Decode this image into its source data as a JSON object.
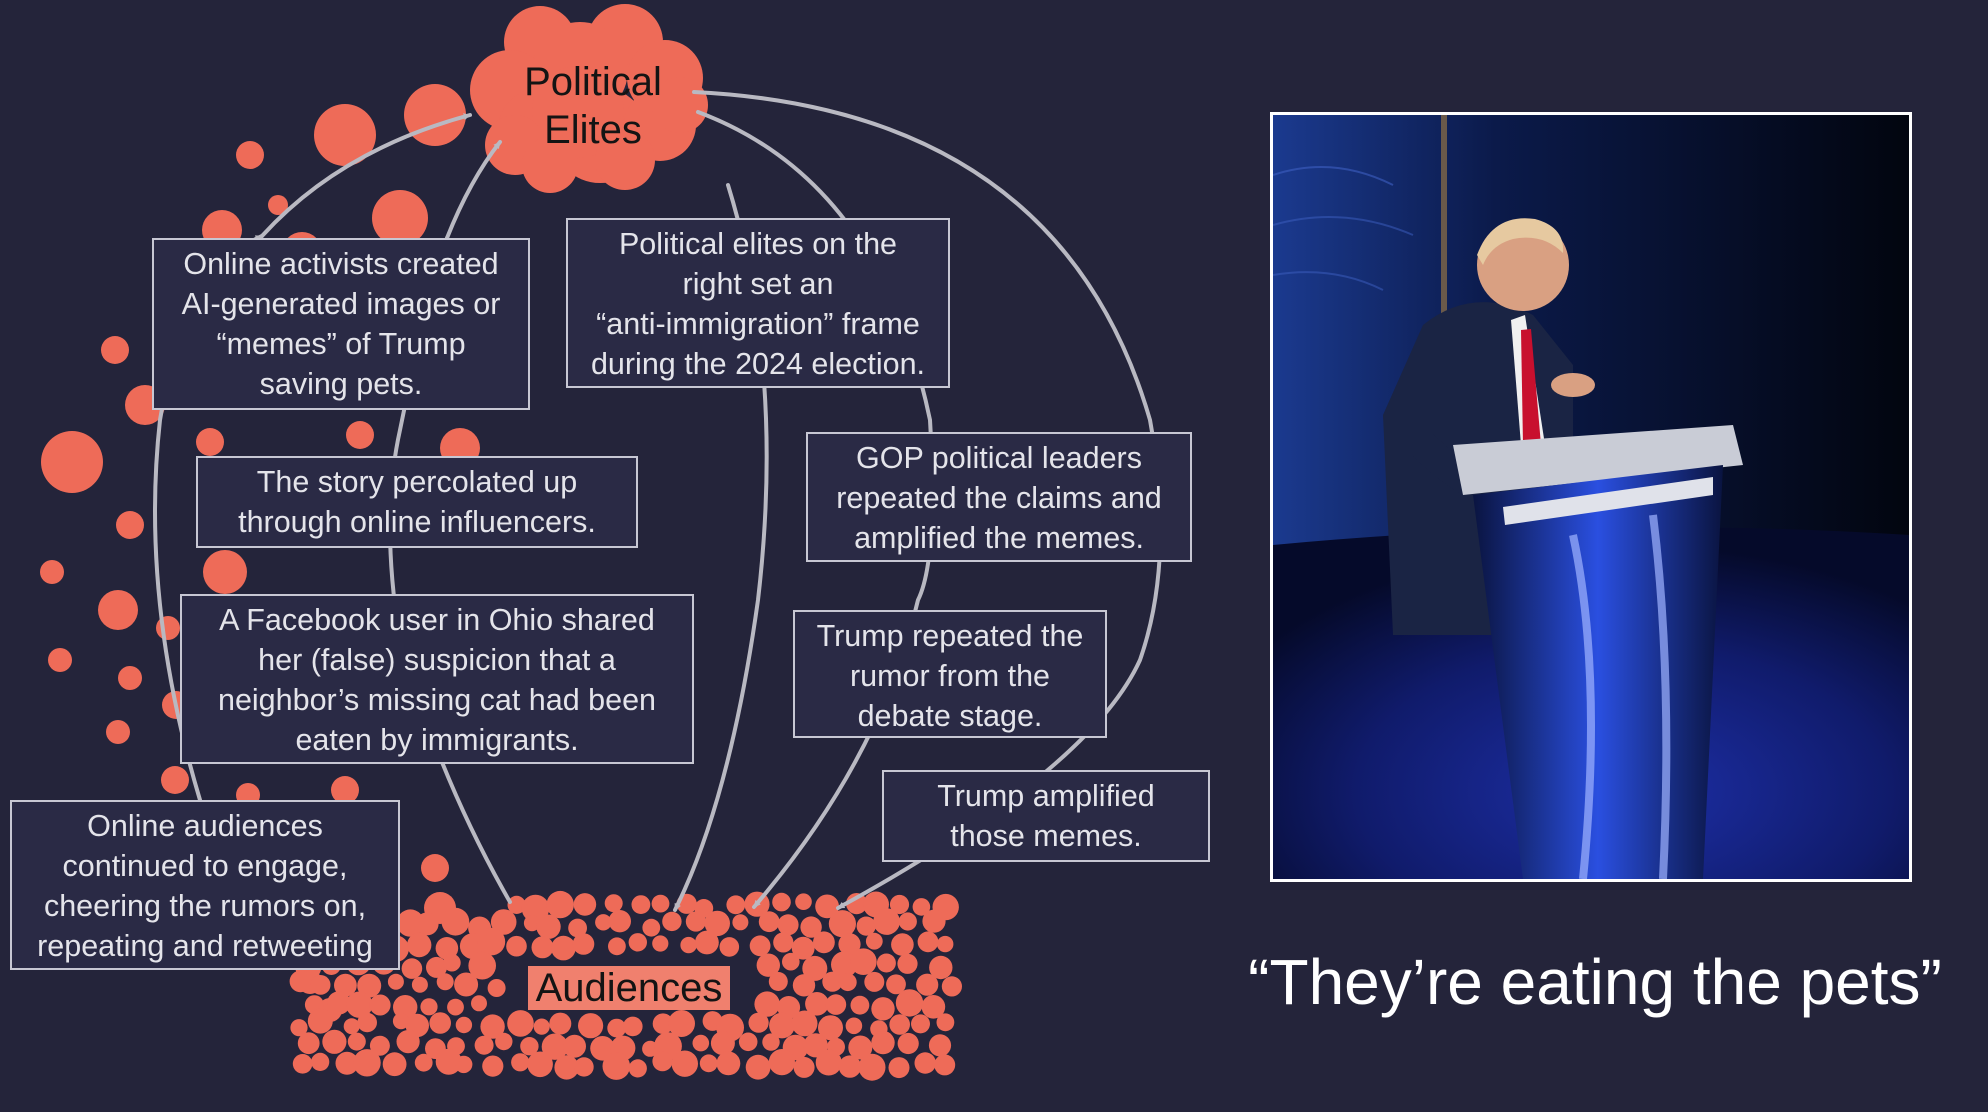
{
  "nodes": {
    "elites": [
      "Political",
      "Elites"
    ],
    "audiences": "Audiences"
  },
  "captions": {
    "activists": [
      "Online activists created",
      "AI-generated images or",
      "“memes” of Trump",
      "saving pets."
    ],
    "elites_frame": [
      "Political elites on the",
      "right set an",
      "“anti-immigration” frame",
      "during the 2024 election."
    ],
    "percolated": [
      "The story percolated up",
      "through online influencers."
    ],
    "gop": [
      "GOP political leaders",
      "repeated the claims and",
      "amplified the memes."
    ],
    "facebook": [
      "A Facebook user in Ohio shared",
      "her (false) suspicion that a",
      "neighbor’s missing cat had been",
      "eaten by immigrants."
    ],
    "debate": [
      "Trump repeated the",
      "rumor from the",
      "debate stage."
    ],
    "amplified": [
      "Trump amplified",
      "those memes."
    ],
    "online_audiences": [
      "Online audiences",
      "continued to engage,",
      "cheering the rumors on,",
      "repeating and retweeting"
    ]
  },
  "quote": "“They’re eating the pets”",
  "colors": {
    "background": "#24243a",
    "dots": "#ee6b58",
    "arrows": "#b9b9c2",
    "box_fill": "#2a2a45",
    "box_border": "#c7c7d3"
  },
  "icons": {
    "photo": "debate-podium-photo"
  }
}
